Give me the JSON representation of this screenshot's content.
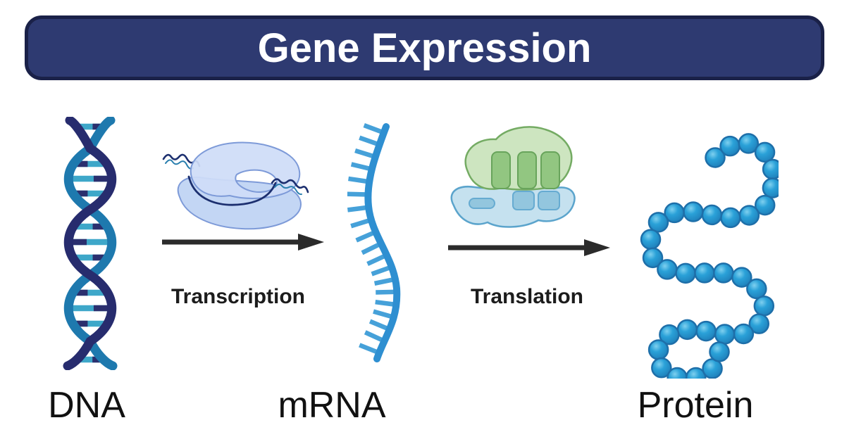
{
  "title": "Gene Expression",
  "stages": [
    {
      "label": "DNA",
      "icon": "dna-double-helix-icon"
    },
    {
      "label": "mRNA",
      "icon": "mrna-strand-icon"
    },
    {
      "label": "Protein",
      "icon": "protein-chain-icon"
    }
  ],
  "processes": [
    {
      "label": "Transcription",
      "icon": "rna-polymerase-icon"
    },
    {
      "label": "Translation",
      "icon": "ribosome-icon"
    }
  ],
  "colors": {
    "banner_fill": "#2e3a71",
    "banner_border": "#1a2148",
    "banner_text": "#ffffff",
    "arrow": "#2b2b2b",
    "label_text": "#111111",
    "dna_strand_dark": "#272c6e",
    "dna_strand_light": "#1e79ae",
    "dna_rung_light": "#3ea7c9",
    "dna_rung_dark": "#2b2f6e",
    "mrna_backbone": "#2e8fd1",
    "mrna_tick": "#46a1d9",
    "polymerase_fill": "#cfddf7",
    "polymerase_base_fill": "#c3d6f4",
    "polymerase_outline": "#7d9ad8",
    "polymerase_thread_dark": "#1c2f6f",
    "polymerase_thread_light": "#2a7fae",
    "ribosome_large_fill": "#cde5c0",
    "ribosome_large_outline": "#74ab63",
    "ribosome_bar_fill": "#92c681",
    "ribosome_bar_outline": "#68a45b",
    "ribosome_small_fill": "#c5e1ef",
    "ribosome_small_outline": "#5ba4cc",
    "ribosome_small_bar_fill": "#93c6de",
    "ribosome_small_bar_outline": "#66abd1",
    "protein_bead": "#2aa1d8",
    "protein_bead_rim": "#1e6fa9",
    "protein_bead_highlight": "#7fd0ef",
    "protein_bead_deep": "#1d7ab5"
  }
}
